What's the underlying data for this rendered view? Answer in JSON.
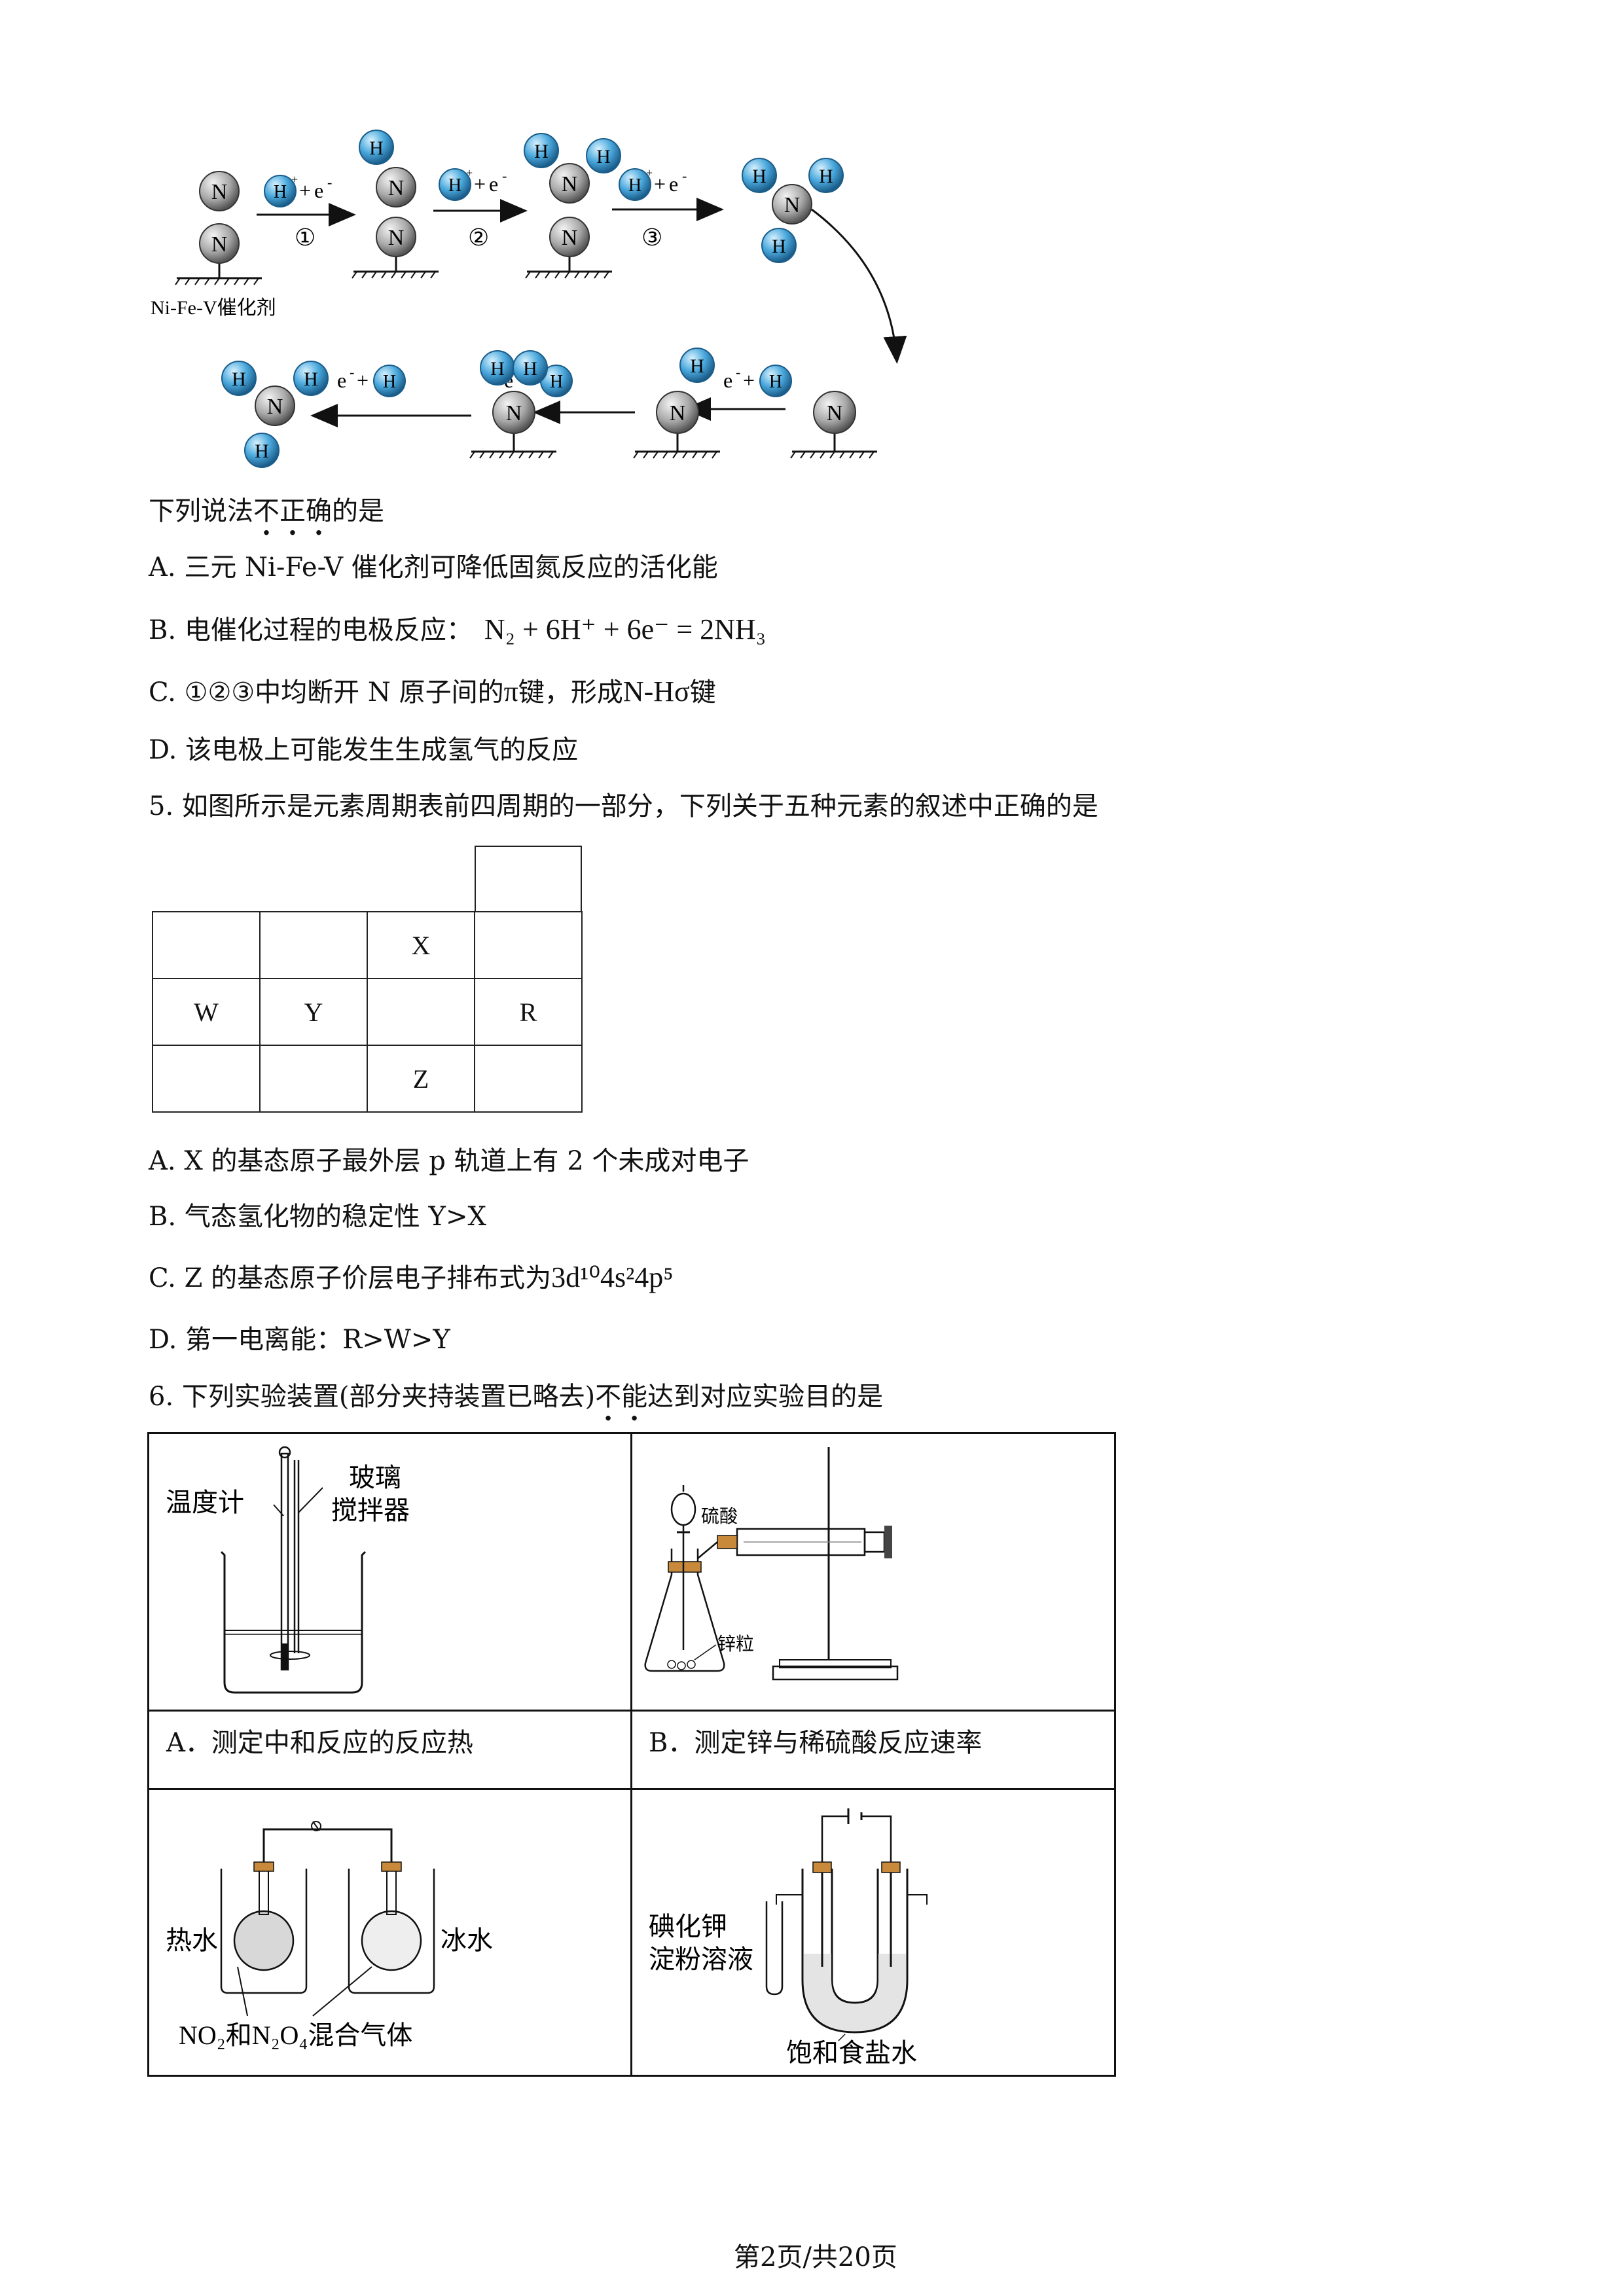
{
  "diagram": {
    "atom_n": "N",
    "atom_h": "H",
    "catalyst_label": "Ni-Fe-V催化剂",
    "step1": "①",
    "step2": "②",
    "step3": "③",
    "reagent_h": "H",
    "reagent_plus": "+",
    "reagent_e": "e",
    "reagent_minus": "-"
  },
  "q4": {
    "stem_pre": "下列说法",
    "stem_emph": [
      "不",
      "正",
      "确"
    ],
    "stem_post": "的是",
    "option_a": "A. 三元 Ni-Fe-V 催化剂可降低固氮反应的活化能",
    "option_b_text": "B. 电催化过程的电极反应：",
    "option_b_eq": "N₂ + 6H⁺ + 6e⁻ = 2NH₃",
    "option_c_pre": "C. ①②③中均断开 N 原子间的",
    "option_c_pi": "π",
    "option_c_mid": "键，形成",
    "option_c_bond": "N-Hσ",
    "option_c_post": "键",
    "option_d": "D. 该电极上可能发生生成氢气的反应"
  },
  "q5": {
    "stem": "5. 如图所示是元素周期表前四周期的一部分，下列关于五种元素的叙述中正确的是",
    "table": [
      [
        "",
        "",
        "X",
        ""
      ],
      [
        "W",
        "Y",
        "",
        "R"
      ],
      [
        "",
        "",
        "Z",
        ""
      ]
    ],
    "option_a": "A. X 的基态原子最外层 p 轨道上有 2 个未成对电子",
    "option_b": "B. 气态氢化物的稳定性 Y>X",
    "option_c_text": "C. Z 的基态原子价层电子排布式为",
    "option_c_config": "3d¹⁰4s²4p⁵",
    "option_d": "D. 第一电离能：R>W>Y"
  },
  "q6": {
    "stem_pre": "6. 下列实验装置(部分夹持装置已略去)",
    "stem_emph": [
      "不",
      "能"
    ],
    "stem_post": "达到对应实验目的是",
    "a_labels": {
      "thermometer": "温度计",
      "glass_top": "玻璃",
      "glass_bottom": "搅拌器"
    },
    "b_labels": {
      "acid": "硫酸",
      "zinc": "锌粒"
    },
    "c_labels": {
      "hot": "热水",
      "ice": "冰水",
      "gas": "NO₂和N₂O₄混合气体"
    },
    "d_labels": {
      "ki_top": "碘化钾",
      "ki_bottom": "淀粉溶液",
      "brine": "饱和食盐水"
    },
    "caption_a": "A．测定中和反应的反应热",
    "caption_b": "B．测定锌与稀硫酸反应速率"
  },
  "footer": {
    "page": "第2页/共20页"
  }
}
